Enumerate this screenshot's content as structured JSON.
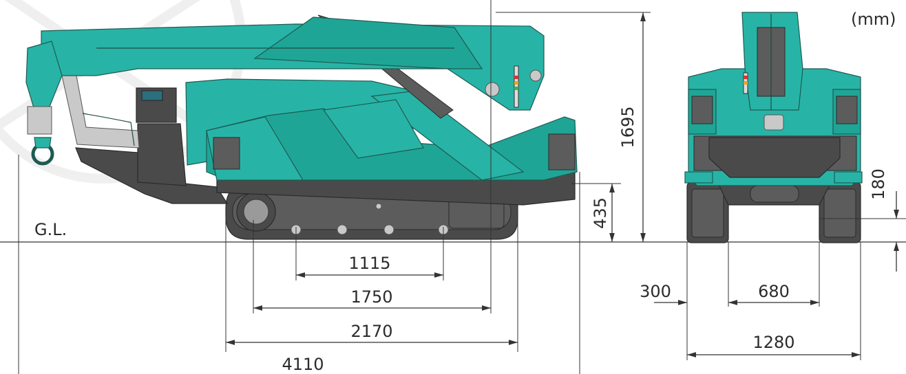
{
  "unit_label": "(mm)",
  "ground_label": "G.L.",
  "dimensions": {
    "overall_length": "4110",
    "track_length": "2170",
    "track_wheelbase": "1750",
    "roller_span": "1115",
    "overall_height": "1695",
    "ground_clearance": "435",
    "overall_width": "1280",
    "track_gap": "680",
    "track_width": "300",
    "underbody_clearance": "180"
  },
  "colors": {
    "body": "#27b4a6",
    "track": "#4a4a4a",
    "dimension_line": "#333333"
  }
}
